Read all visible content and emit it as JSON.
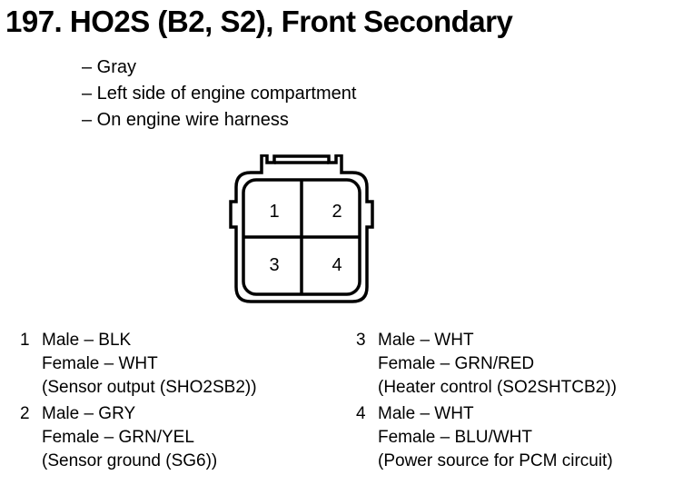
{
  "title": "197. HO2S (B2, S2), Front Secondary",
  "details": [
    "– Gray",
    "– Left side of engine compartment",
    "– On engine wire harness"
  ],
  "connector": {
    "pins": [
      "1",
      "2",
      "3",
      "4"
    ]
  },
  "pinouts_left": [
    {
      "number": "1",
      "male": "Male – BLK",
      "female": "Female – WHT",
      "note": "(Sensor output (SHO2SB2))"
    },
    {
      "number": "2",
      "male": "Male – GRY",
      "female": "Female – GRN/YEL",
      "note": "(Sensor ground (SG6))"
    }
  ],
  "pinouts_right": [
    {
      "number": "3",
      "male": "Male – WHT",
      "female": "Female – GRN/RED",
      "note": "(Heater control (SO2SHTCB2))"
    },
    {
      "number": "4",
      "male": "Male – WHT",
      "female": "Female – BLU/WHT",
      "note": "(Power source for PCM circuit)"
    }
  ]
}
